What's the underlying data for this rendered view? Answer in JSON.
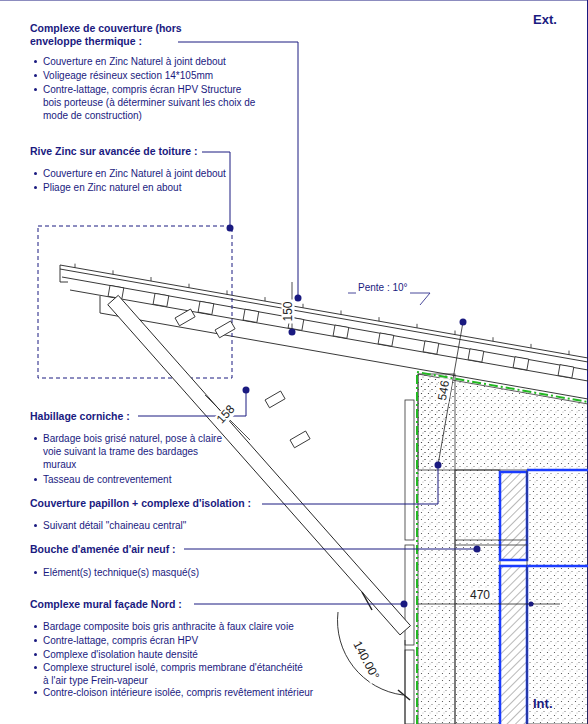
{
  "diagram": {
    "labels": [
      "Ext.",
      "Complexe de couverture (hors enveloppe thermique :",
      "Couverture en Zinc Naturel à joint debout",
      "Voligeage résineux section 14*105mm",
      "Contre-lattage, compris écran HPV Structure bois porteuse (à déterminer suivant les choix de mode de construction)",
      "Rive Zinc sur avancée de toiture :",
      "Couverture en Zinc Naturel à joint debout",
      "Pliage en Zinc naturel en about",
      "Pente : 10°",
      "150",
      "546",
      "158",
      "Habillage corniche :",
      "Bardage bois grisé naturel, pose à claire voie suivant la trame des bardages muraux",
      "Tasseau de contreventement",
      "Couverture papillon + complexe d'isolation :",
      "Suivant détail \"chaineau central\"",
      "Bouche d'amenée d'air neuf :",
      "Elément(s) technique(s) masqué(s)",
      "470",
      "Complexe mural façade Nord :",
      "Bardage composite bois gris anthracite à faux claire voie",
      "Contre-lattage, compris écran HPV",
      "Complexe d'isolation haute densité",
      "Complexe structurel isolé, compris membrane d'étanchéité à l'air type Frein-vapeur",
      "Contre-cloison intérieure isolée, compris revêtement intérieur",
      "140.00°",
      "Int."
    ]
  }
}
